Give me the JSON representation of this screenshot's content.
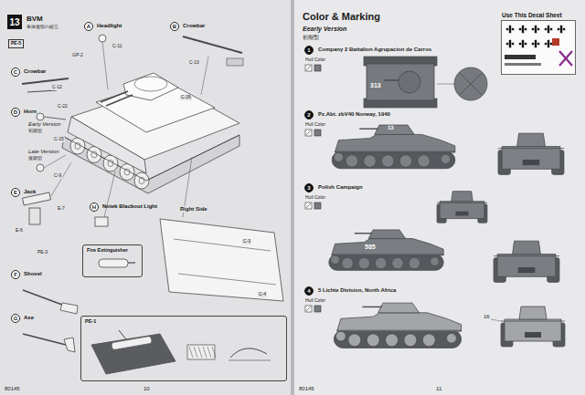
{
  "diagram": {
    "nodes": [
      {
        "text": [
          "13"
        ]
      },
      {
        "text": [
          "PE-5"
        ]
      },
      {
        "text": [
          "A",
          "Headlight"
        ]
      },
      {
        "text": [
          "B",
          "Crowbar"
        ]
      },
      {
        "text": [
          "C",
          "Crowbar"
        ]
      },
      {
        "text": [
          "D",
          "Horn"
        ]
      },
      {
        "text": [
          "E",
          "Jack"
        ]
      },
      {
        "text": [
          "H",
          "Notek Blackout Light"
        ]
      },
      {
        "text": [
          "Fire Extinguisher"
        ]
      },
      {
        "text": [
          "F",
          "Shovel"
        ]
      },
      {
        "text": [
          "G",
          "Axe"
        ]
      },
      {
        "text": [
          "PE-1"
        ]
      },
      {
        "text": [
          "Use This Decal Sheet"
        ]
      },
      {
        "text": [
          "1"
        ]
      },
      {
        "text": [
          "2"
        ]
      },
      {
        "text": [
          "3"
        ]
      },
      {
        "text": [
          "4"
        ]
      }
    ],
    "labels": [
      "BVM",
      "車体後部の組立",
      "Early Version",
      "初期型",
      "Late Version",
      "後期型",
      "C-11",
      "GP-2",
      "C-13",
      "C-12",
      "C-26",
      "C-22",
      "C-9",
      "E-6",
      "E-7",
      "PE-3",
      "C-15",
      "C-3",
      "C-4",
      "Right Side",
      "80145",
      "10",
      "Color & Marking",
      "Eearly Version",
      "初期型",
      "Company 2 Battalion Agrupacion de Carros",
      "Hull Color",
      "313",
      "Pz.Abt. zbV40 Norway, 1940",
      "Hull Color",
      "13",
      "Polish Campaign",
      "Hull Color",
      "585",
      "5 Lichte Division, North Africa",
      "Hull Color",
      "16",
      "80145",
      "11"
    ]
  }
}
